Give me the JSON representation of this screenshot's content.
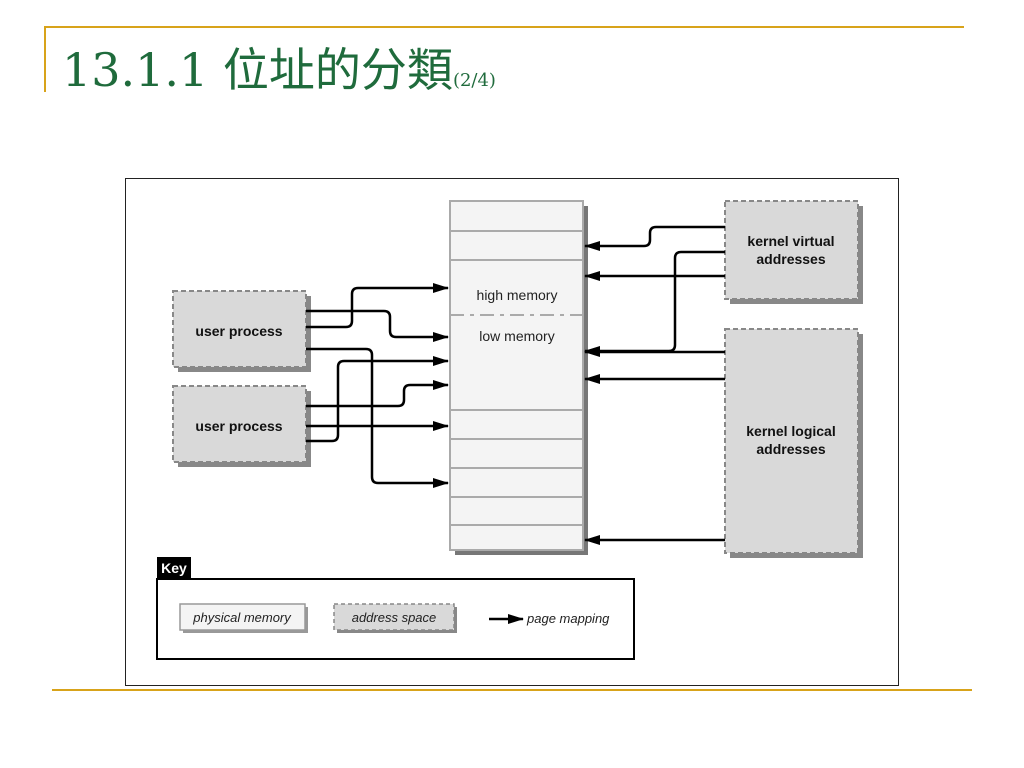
{
  "slide": {
    "title": "13.1.1 位址的分類",
    "page_indicator": "(2/4)"
  },
  "diagram": {
    "physical_memory": {
      "high_label": "high memory",
      "low_label": "low memory"
    },
    "user_processes": [
      {
        "label": "user process"
      },
      {
        "label": "user process"
      }
    ],
    "kernel_virtual": {
      "line1": "kernel virtual",
      "line2": "addresses"
    },
    "kernel_logical": {
      "line1": "kernel logical",
      "line2": "addresses"
    },
    "key": {
      "title": "Key",
      "physical_memory": "physical memory",
      "address_space": "address space",
      "page_mapping": "page mapping"
    }
  },
  "colors": {
    "title": "#1f6b3c",
    "accent_rule": "#d8a31a",
    "box_fill": "#d9d9d9",
    "memory_fill": "#f4f4f4"
  }
}
